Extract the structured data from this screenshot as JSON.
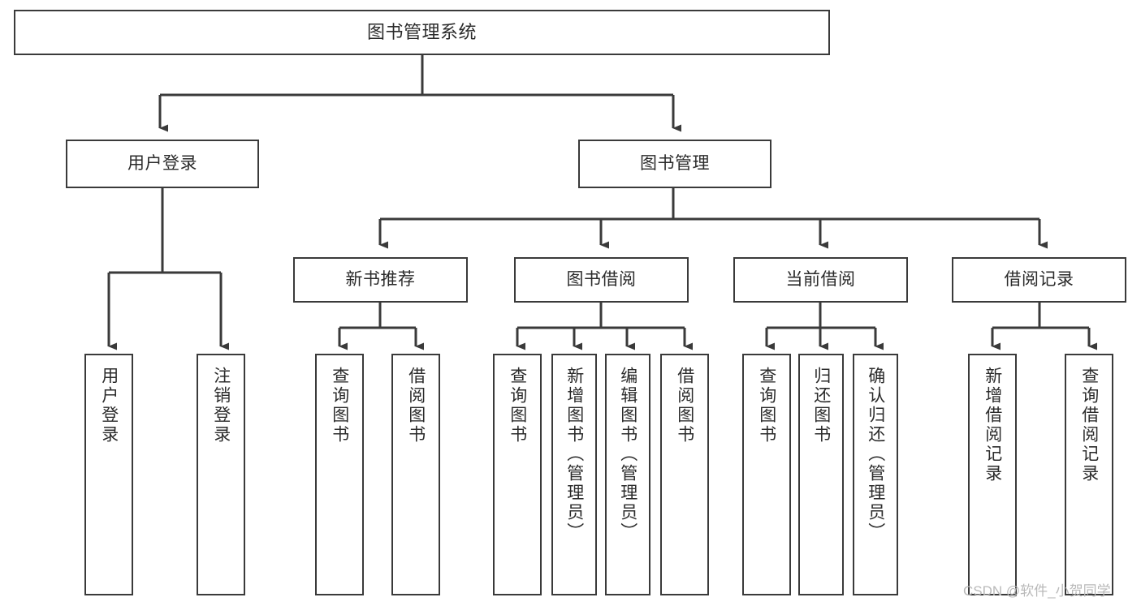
{
  "diagram": {
    "title": "图书管理系统",
    "type": "hierarchy-tree",
    "orientation": "top-down",
    "colors": {
      "border": "#3a3a3a",
      "text": "#2b2b2b",
      "background": "#ffffff",
      "connector": "#3a3a3a",
      "watermark": "#b9b9b9"
    },
    "levels": {
      "root": "图书管理系统",
      "level2": [
        "用户登录",
        "图书管理"
      ],
      "level3": [
        "新书推荐",
        "图书借阅",
        "当前借阅",
        "借阅记录"
      ]
    }
  },
  "nodes": {
    "root": {
      "label": "图书管理系统"
    },
    "user_login": {
      "label": "用户登录"
    },
    "book_manage": {
      "label": "图书管理"
    },
    "new_book_rec": {
      "label": "新书推荐"
    },
    "book_borrow": {
      "label": "图书借阅"
    },
    "current_borrow": {
      "label": "当前借阅"
    },
    "borrow_record": {
      "label": "借阅记录"
    },
    "leaf_1": {
      "label": "用户登录"
    },
    "leaf_2": {
      "label": "注销登录"
    },
    "leaf_3": {
      "label": "查询图书"
    },
    "leaf_4": {
      "label": "借阅图书"
    },
    "leaf_5": {
      "label": "查询图书"
    },
    "leaf_6": {
      "label": "新增图书（管理员）"
    },
    "leaf_7": {
      "label": "编辑图书（管理员）"
    },
    "leaf_8": {
      "label": "借阅图书"
    },
    "leaf_9": {
      "label": "查询图书"
    },
    "leaf_10": {
      "label": "归还图书"
    },
    "leaf_11": {
      "label": "确认归还（管理员）"
    },
    "leaf_12": {
      "label": "新增借阅记录"
    },
    "leaf_13": {
      "label": "查询借阅记录"
    }
  },
  "watermark": {
    "text": "CSDN @软件_小贺同学"
  }
}
